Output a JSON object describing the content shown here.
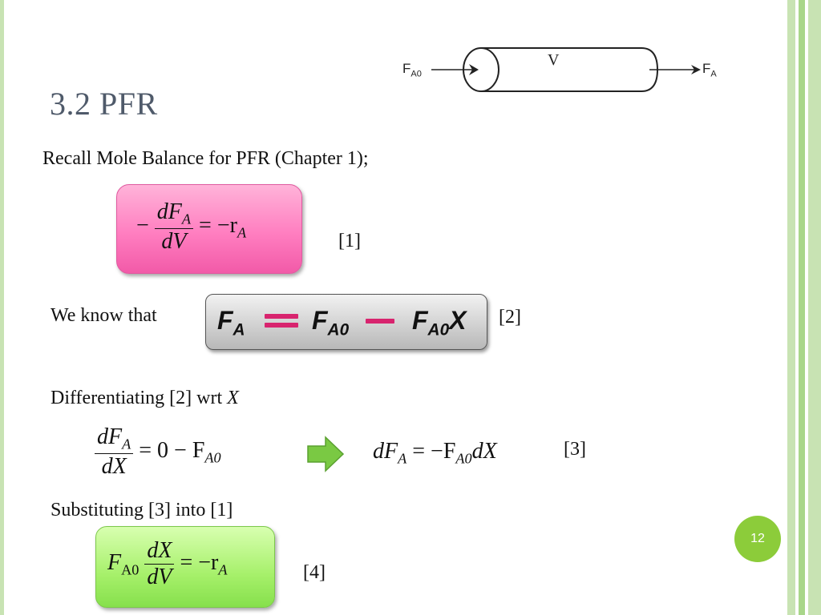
{
  "slide": {
    "title": "3.2 PFR",
    "page_number": "12"
  },
  "diagram": {
    "inlet_label": "F",
    "inlet_sub": "A0",
    "volume_label": "V",
    "outlet_label": "F",
    "outlet_sub": "A"
  },
  "text": {
    "recall": "Recall Mole Balance for PFR (Chapter 1);",
    "we_know": "We know that",
    "differentiating": "Differentiating [2] wrt ",
    "differentiating_var": "X",
    "substituting": "Substituting [3] into [1]"
  },
  "labels": {
    "eq1": "[1]",
    "eq2": "[2]",
    "eq3": "[3]",
    "eq4": "[4]"
  },
  "equations": {
    "eq1": {
      "minus": "−",
      "num_main": "dF",
      "num_sub": "A",
      "den": "dV",
      "rhs_main": "= −r",
      "rhs_sub": "A"
    },
    "eq2": {
      "t1_main": "F",
      "t1_sub": "A",
      "t2_main": "F",
      "t2_sub": "A0",
      "t3_main": "F",
      "t3_sub": "A0",
      "t3_var": "X"
    },
    "eq3a": {
      "num_main": "dF",
      "num_sub": "A",
      "den": "dX",
      "rhs_main": "= 0 − F",
      "rhs_sub": "A0"
    },
    "eq3b": {
      "lhs_main": "dF",
      "lhs_sub": "A",
      "mid": " = −F",
      "mid_sub": "A0",
      "end": "dX"
    },
    "eq4": {
      "lhs_main": "F",
      "lhs_sub": "A0",
      "num": "dX",
      "den": "dV",
      "rhs_main": "= −r",
      "rhs_sub": "A"
    }
  },
  "colors": {
    "title": "#4f5a6a",
    "pink_box": "#ff7ec0",
    "grey_box": "#cfcfcf",
    "green_box": "#a6f06a",
    "badge": "#8ccc3a",
    "arrow": "#7ac943",
    "operator": "#d8246e"
  }
}
